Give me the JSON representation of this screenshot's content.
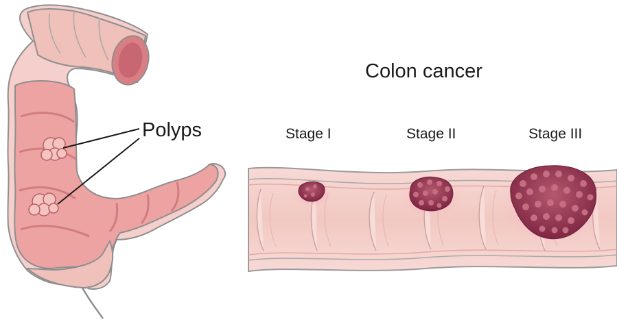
{
  "title": "Colon cancer",
  "polyps_label": "Polyps",
  "stages": [
    "Stage I",
    "Stage II",
    "Stage III"
  ],
  "icons": [
    "colon-illustration",
    "polyp-icon",
    "tumor-icon"
  ],
  "colors": {
    "tissue_light": "#f4d2cf",
    "tissue_mid": "#e99e9c",
    "tissue_dark": "#c97378",
    "outline": "#9b9b9b",
    "tumor": "#8b2f4b",
    "tumor_light": "#b4586e"
  }
}
